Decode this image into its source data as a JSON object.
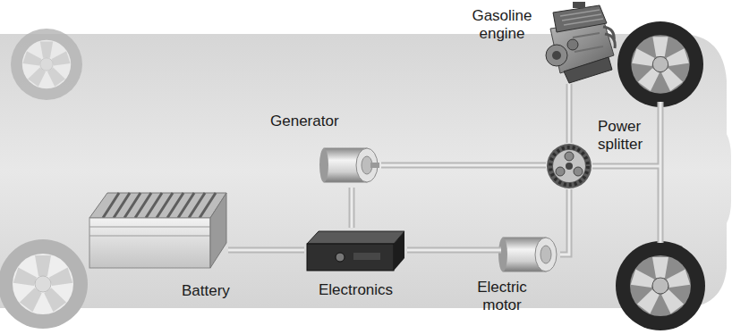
{
  "diagram": {
    "nodes": [
      {
        "text": [
          "Gasoline engine"
        ]
      },
      {
        "text": [
          "Generator"
        ]
      },
      {
        "text": [
          "Power splitter"
        ]
      },
      {
        "text": [
          "Battery"
        ]
      },
      {
        "text": [
          "Electronics"
        ]
      },
      {
        "text": [
          "Electric motor"
        ]
      }
    ],
    "edges": [
      {
        "from": 0,
        "to": 2,
        "arrow": "none"
      },
      {
        "from": 1,
        "to": 2,
        "arrow": "none"
      },
      {
        "from": 1,
        "to": 4,
        "arrow": "none"
      },
      {
        "from": 3,
        "to": 4,
        "arrow": "none"
      },
      {
        "from": 4,
        "to": 5,
        "arrow": "none"
      },
      {
        "from": 5,
        "to": 2,
        "arrow": "none"
      }
    ]
  }
}
